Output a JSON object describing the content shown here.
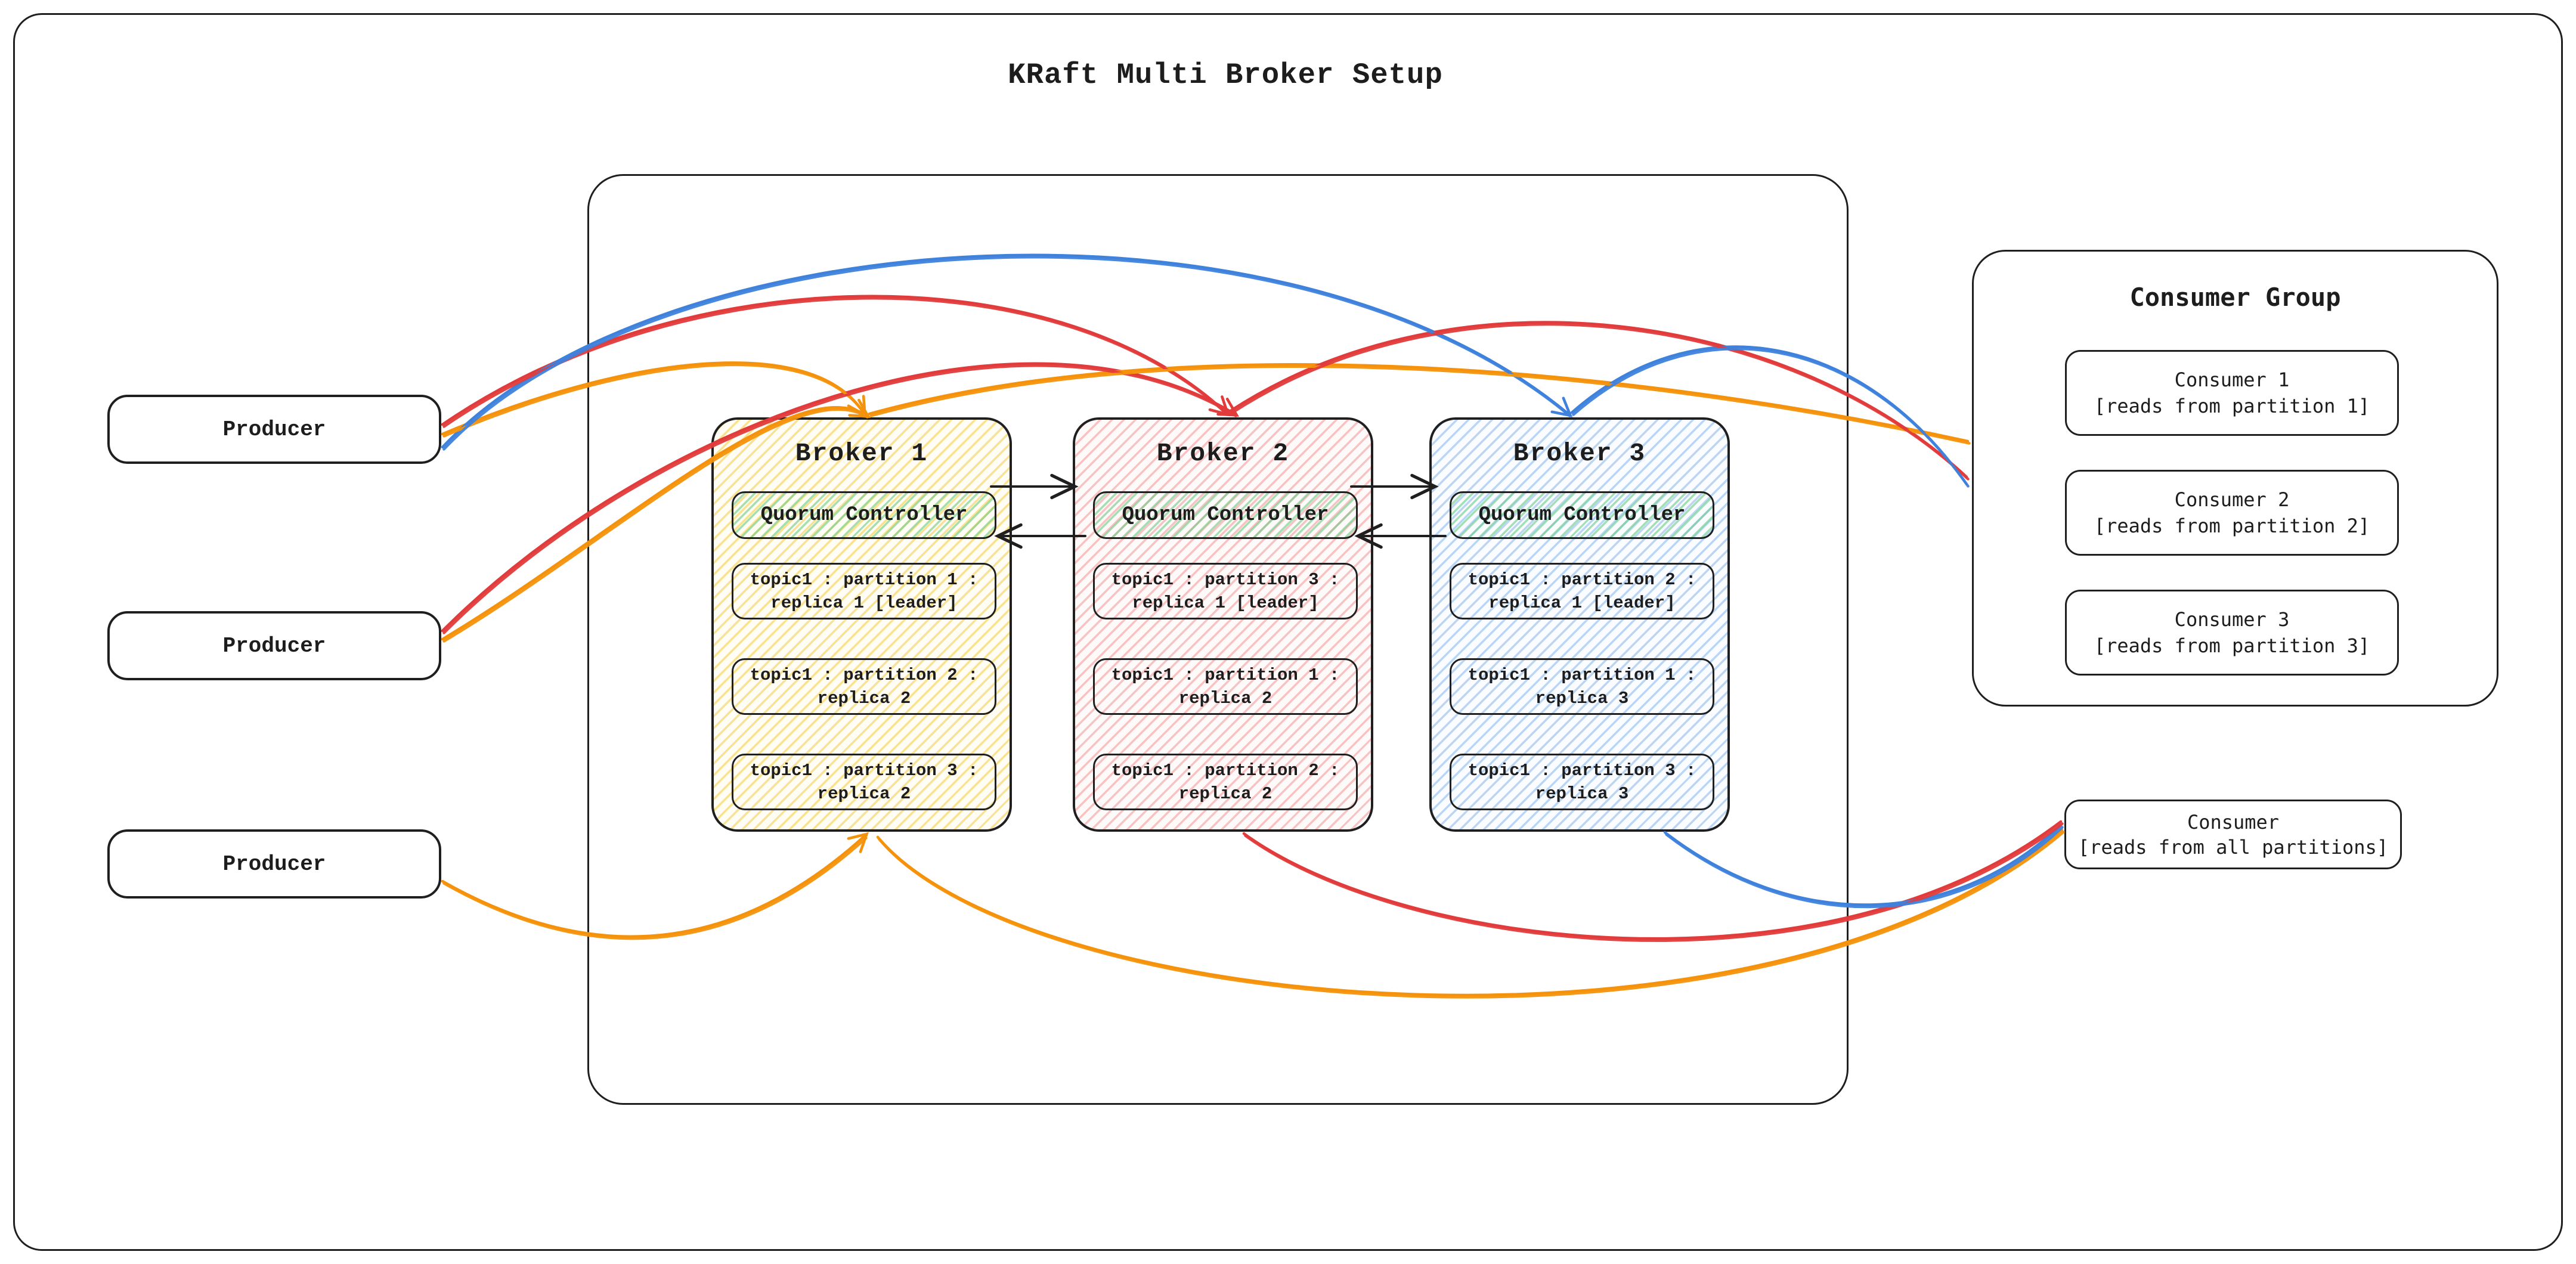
{
  "title": "KRaft Multi Broker Setup",
  "producers": [
    {
      "label": "Producer"
    },
    {
      "label": "Producer"
    },
    {
      "label": "Producer"
    }
  ],
  "cluster": {
    "brokers": [
      {
        "name": "Broker 1",
        "controller": "Quorum Controller",
        "partitions": [
          {
            "line1": "topic1 : partition 1 :",
            "line2": "replica 1 [leader]"
          },
          {
            "line1": "topic1 : partition 2 :",
            "line2": "replica 2"
          },
          {
            "line1": "topic1 : partition 3 :",
            "line2": "replica 2"
          }
        ]
      },
      {
        "name": "Broker 2",
        "controller": "Quorum Controller",
        "partitions": [
          {
            "line1": "topic1 : partition 3 :",
            "line2": "replica 1 [leader]"
          },
          {
            "line1": "topic1 : partition 1 :",
            "line2": "replica 2"
          },
          {
            "line1": "topic1 : partition 2 :",
            "line2": "replica 2"
          }
        ]
      },
      {
        "name": "Broker 3",
        "controller": "Quorum Controller",
        "partitions": [
          {
            "line1": "topic1 : partition 2 :",
            "line2": "replica 1 [leader]"
          },
          {
            "line1": "topic1 : partition 1 :",
            "line2": "replica 3"
          },
          {
            "line1": "topic1 : partition 3 :",
            "line2": "replica 3"
          }
        ]
      }
    ]
  },
  "consumer_group": {
    "title": "Consumer Group",
    "consumers": [
      {
        "name": "Consumer 1",
        "detail": "[reads from partition 1]"
      },
      {
        "name": "Consumer 2",
        "detail": "[reads from partition 2]"
      },
      {
        "name": "Consumer 3",
        "detail": "[reads from partition 3]"
      }
    ]
  },
  "standalone_consumer": {
    "name": "Consumer",
    "detail": "[reads from all partitions]"
  },
  "colors": {
    "broker1_flow_orange": "#f5920b",
    "broker2_flow_red": "#e23b3b",
    "broker3_flow_blue": "#3e82dc",
    "controller_link_black": "#1f1f1f",
    "broker1_hatch_yellow": "#f3c633",
    "broker2_hatch_pink": "#ee7676",
    "broker3_hatch_blue": "#6ca8e6",
    "controller_hatch_green": "#6ecd87",
    "stroke_dark": "#1f1f1f"
  }
}
